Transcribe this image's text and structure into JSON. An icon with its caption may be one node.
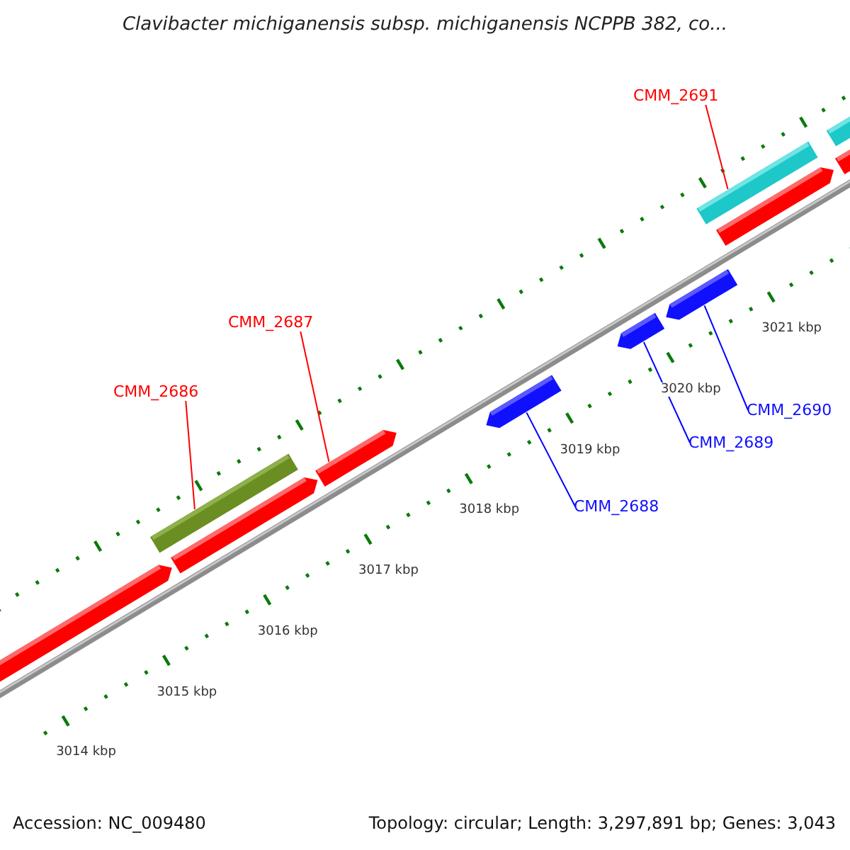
{
  "diagram": {
    "title": "Clavibacter michiganensis subsp. michiganensis NCPPB 382, co...",
    "nodes": [
      {
        "text": [
          "CMM_2691"
        ]
      },
      {
        "text": [],
        "shape": "bar"
      },
      {
        "text": [
          "CMM_2687"
        ]
      },
      {
        "text": [],
        "shape": "arrow"
      },
      {
        "text": [
          "CMM_2686"
        ]
      },
      {
        "text": [],
        "shape": "bar"
      },
      {
        "text": [
          "CMM_2690"
        ]
      },
      {
        "text": [],
        "shape": "arrow"
      },
      {
        "text": [
          "CMM_2689"
        ]
      },
      {
        "text": [],
        "shape": "arrow"
      },
      {
        "text": [
          "CMM_2688"
        ]
      },
      {
        "text": [],
        "shape": "arrow"
      }
    ],
    "edges": [
      {
        "from": 0,
        "to": 1,
        "arrow": "none"
      },
      {
        "from": 2,
        "to": 3,
        "arrow": "none"
      },
      {
        "from": 4,
        "to": 5,
        "arrow": "none"
      },
      {
        "from": 6,
        "to": 7,
        "arrow": "none",
        "color": "#0000ff"
      },
      {
        "from": 8,
        "to": 9,
        "arrow": "none",
        "color": "#0000ff"
      },
      {
        "from": 10,
        "to": 11,
        "arrow": "none",
        "color": "#0000ff"
      }
    ],
    "labels": [
      "3021 kbp",
      "3020 kbp",
      "3019 kbp",
      "3018 kbp",
      "3017 kbp",
      "3016 kbp",
      "3015 kbp",
      "3014 kbp",
      "Accession: NC_009480",
      "Topology: circular; Length: 3,297,891 bp; Genes: 3,043"
    ]
  }
}
